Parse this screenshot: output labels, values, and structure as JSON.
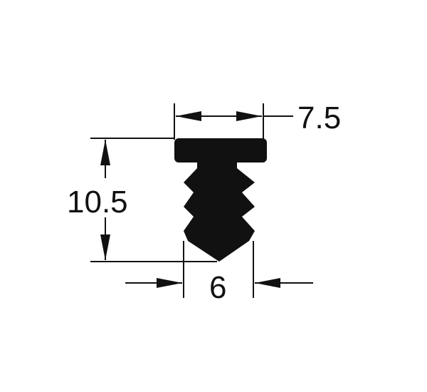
{
  "colors": {
    "ink": "#111111",
    "background": "#ffffff"
  },
  "dimensions": {
    "top_width": "7.5",
    "height": "10.5",
    "base_width": "6"
  }
}
